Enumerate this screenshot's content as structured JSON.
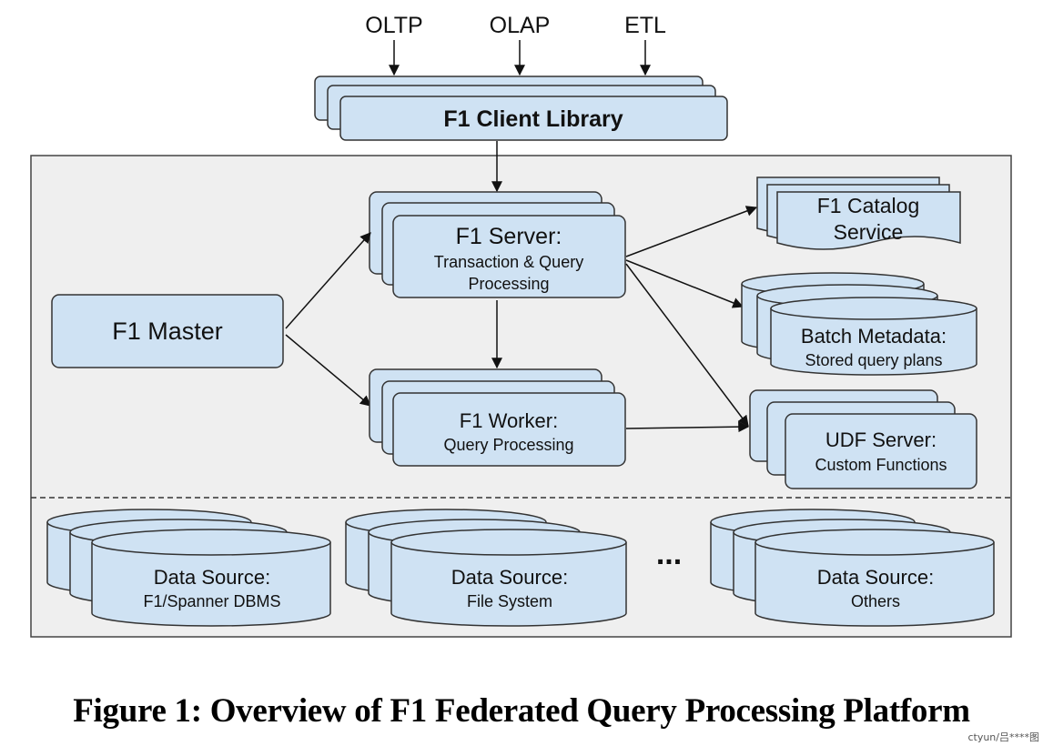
{
  "inputs": {
    "oltp": "OLTP",
    "olap": "OLAP",
    "etl": "ETL"
  },
  "client_library": "F1 Client Library",
  "master": "F1 Master",
  "server": {
    "title": "F1 Server:",
    "line1": "Transaction & Query",
    "line2": "Processing"
  },
  "worker": {
    "title": "F1 Worker:",
    "subtitle": "Query Processing"
  },
  "catalog": {
    "line1": "F1 Catalog",
    "line2": "Service"
  },
  "batch": {
    "title": "Batch Metadata:",
    "subtitle": "Stored query plans"
  },
  "udf": {
    "title": "UDF Server:",
    "subtitle": "Custom Functions"
  },
  "data_sources": [
    {
      "title": "Data Source:",
      "subtitle": "F1/Spanner DBMS"
    },
    {
      "title": "Data Source:",
      "subtitle": "File System"
    },
    {
      "title": "Data Source:",
      "subtitle": "Others"
    }
  ],
  "ellipsis": "...",
  "caption": "Figure 1: Overview of F1 Federated Query Processing Platform",
  "watermark": "ctyun/吕****图",
  "colors": {
    "box_fill": "#cfe2f3",
    "stroke": "#333333",
    "panel_fill": "#efefef"
  }
}
